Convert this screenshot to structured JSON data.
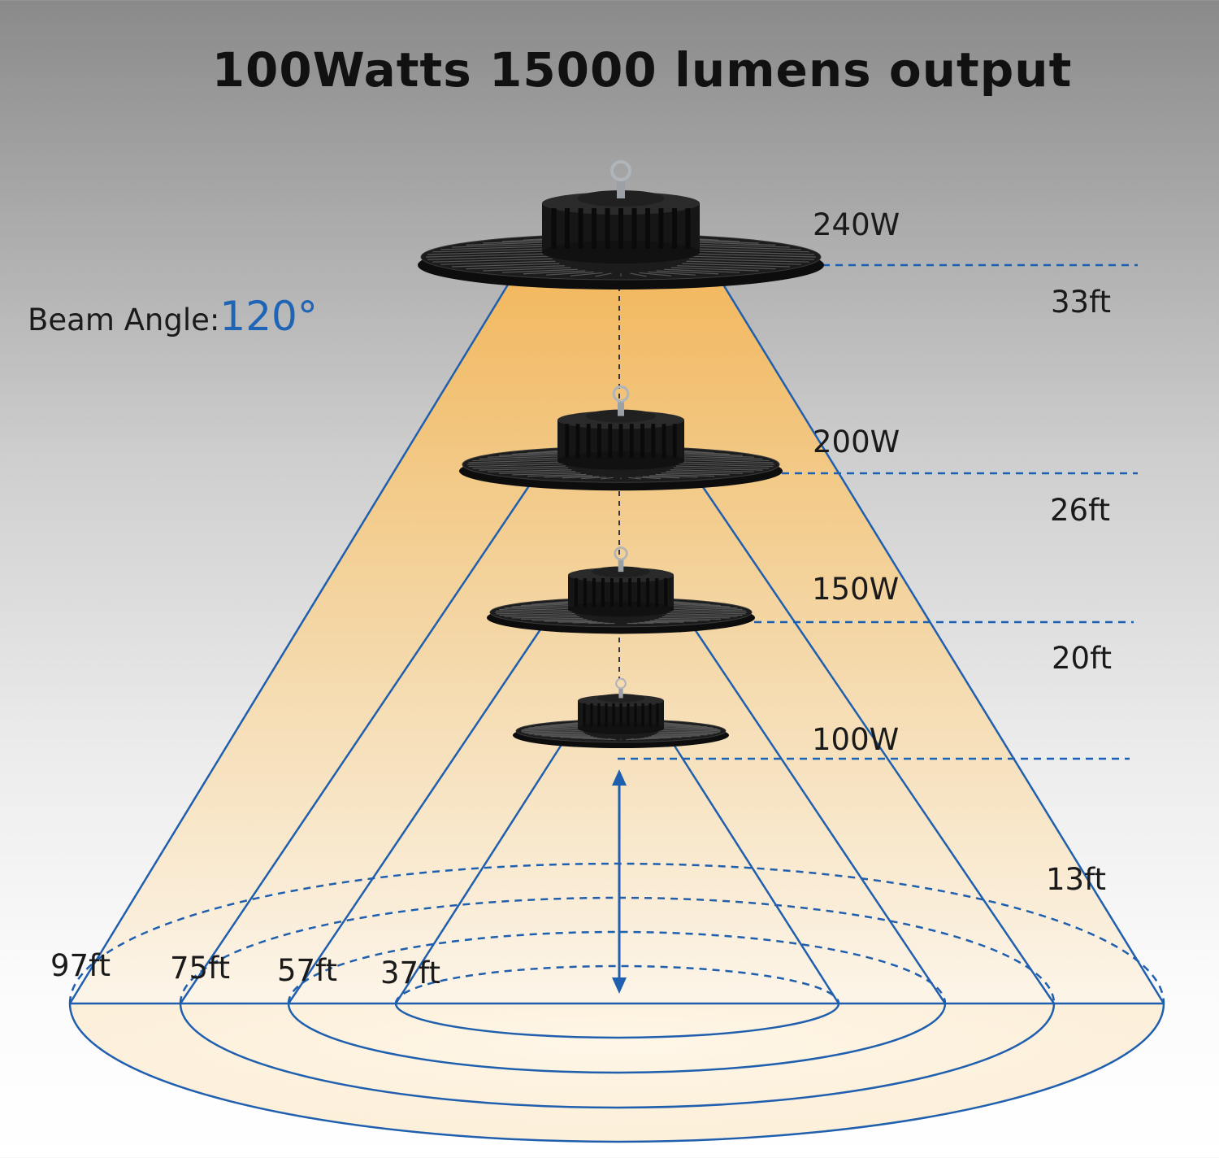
{
  "title": "100Watts 15000 lumens output",
  "beam_angle": {
    "label": "Beam Angle:",
    "value": "120°"
  },
  "colors": {
    "beam_line": "#1f5fae",
    "glow": "#f6b95c",
    "fixture": "#141414"
  },
  "fixtures": [
    {
      "watt": "240W",
      "height": "33ft",
      "spread": "97ft"
    },
    {
      "watt": "200W",
      "height": "26ft",
      "spread": "75ft"
    },
    {
      "watt": "150W",
      "height": "20ft",
      "spread": "57ft"
    },
    {
      "watt": "100W",
      "height": "13ft",
      "spread": "37ft"
    }
  ]
}
